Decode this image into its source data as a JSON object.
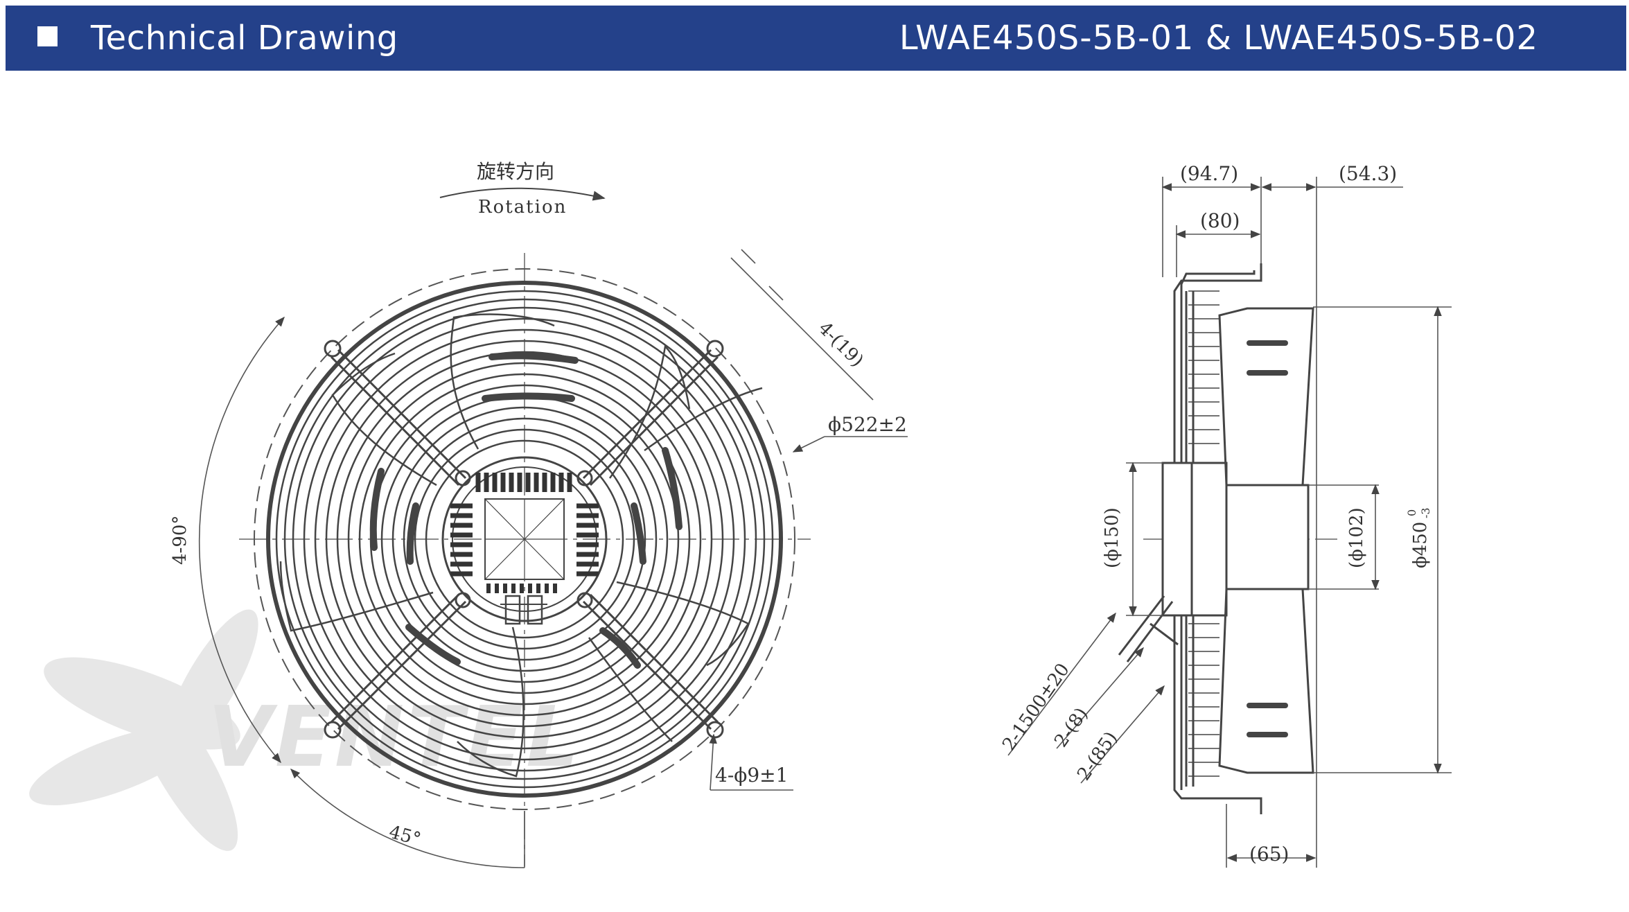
{
  "header": {
    "title": "Technical Drawing",
    "model": "LWAE450S-5B-01 & LWAE450S-5B-02"
  },
  "front_view": {
    "rotation_cn": "旋转方向",
    "rotation_en": "Rotation",
    "dim_holes_spacing": "4-(19)",
    "dim_guard_diameter": "ϕ522±2",
    "dim_angle_90": "4-90°",
    "dim_angle_45": "45°",
    "dim_mount_holes": "4-ϕ9±1"
  },
  "side_view": {
    "dim_top_left": "(94.7)",
    "dim_top_right": "(54.3)",
    "dim_80": "(80)",
    "dim_150": "(ϕ150)",
    "dim_102": "(ϕ102)",
    "dim_450": "ϕ450",
    "dim_450_tol_upper": "0",
    "dim_450_tol_lower": "-3",
    "dim_cable": "2-1500±20",
    "dim_8": "2-(8)",
    "dim_85": "2-(85)",
    "dim_65": "(65)"
  },
  "watermark": {
    "text": "VENTEL"
  },
  "colors": {
    "header_bg": "#24418a",
    "header_text": "#ffffff",
    "line": "#444444"
  }
}
